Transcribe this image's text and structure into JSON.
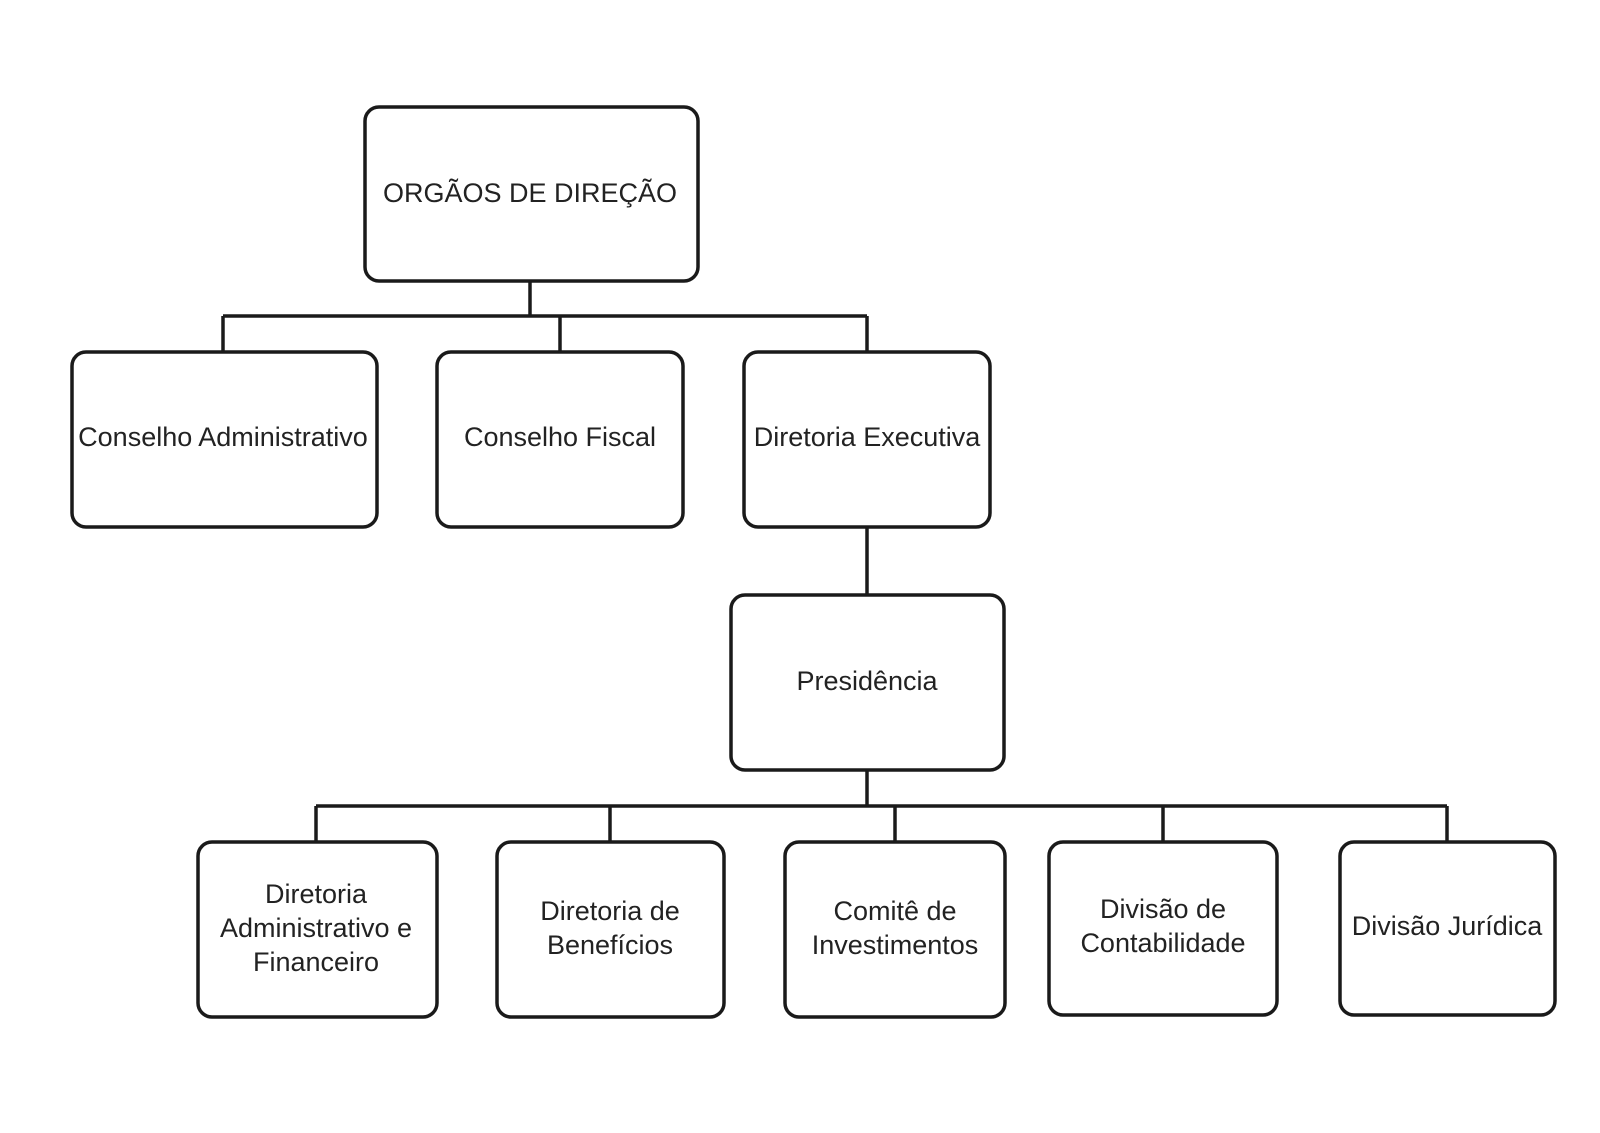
{
  "diagram": {
    "root": {
      "label": "ORGÃOS  DE DIREÇÃO"
    },
    "level1": [
      {
        "label": "Conselho  Administrativo"
      },
      {
        "label": "Conselho  Fiscal"
      },
      {
        "label": "Diretoria Executiva"
      }
    ],
    "presidencia": {
      "label": "Presidência"
    },
    "level3": [
      {
        "line1": "Diretoria",
        "line2": "Administrativo  e",
        "line3": "Financeiro"
      },
      {
        "line1": "Diretoria de",
        "line2": "Benefícios"
      },
      {
        "line1": "Comitê de",
        "line2": "Investimentos"
      },
      {
        "line1": "Divisão de",
        "line2": "Contabilidade"
      },
      {
        "line1": "Divisão Jurídica"
      }
    ]
  }
}
